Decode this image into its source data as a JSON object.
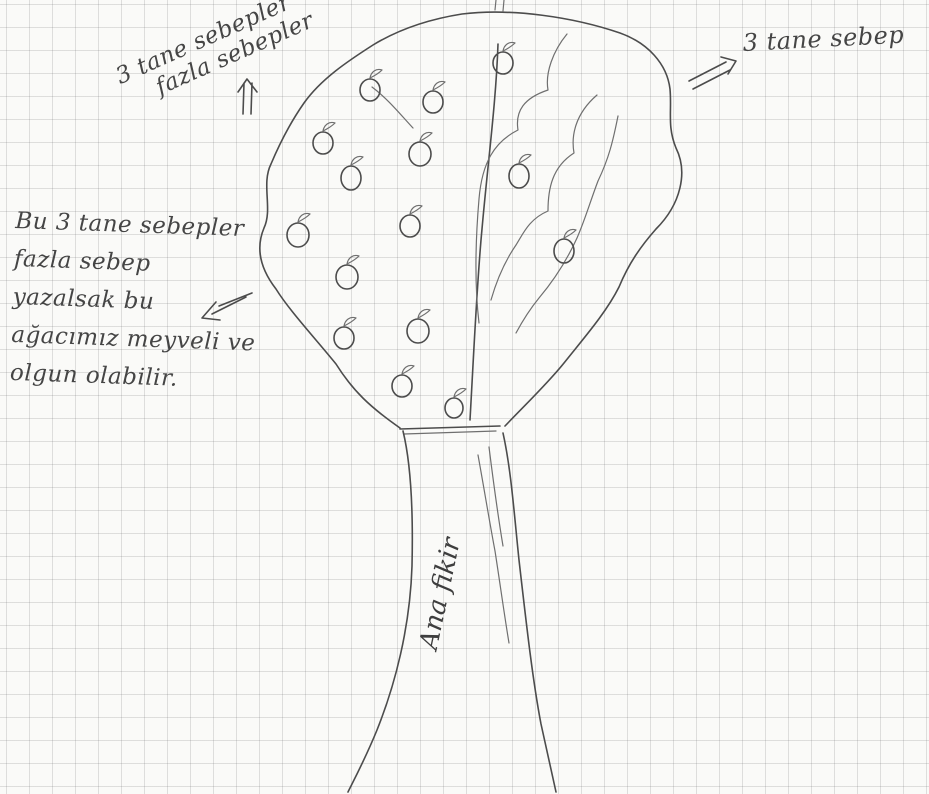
{
  "notes": {
    "top": {
      "line1": "3 tane sebepler",
      "line2": "fazla sebepler"
    },
    "right": "3 tane sebep",
    "left": [
      "Bu 3 tane sebepler",
      "fazla sebep",
      "yazalsak bu",
      "ağacımız meyveli ve",
      "olgun olabilir."
    ]
  },
  "trunk_label": "Ana fikir",
  "icons": {
    "fruit": "fruit-icon",
    "arrow": "arrow-icon"
  },
  "colors": {
    "paper": "#fafaf8",
    "grid": "#b8b8b8",
    "pencil": "#4c4c4c"
  }
}
